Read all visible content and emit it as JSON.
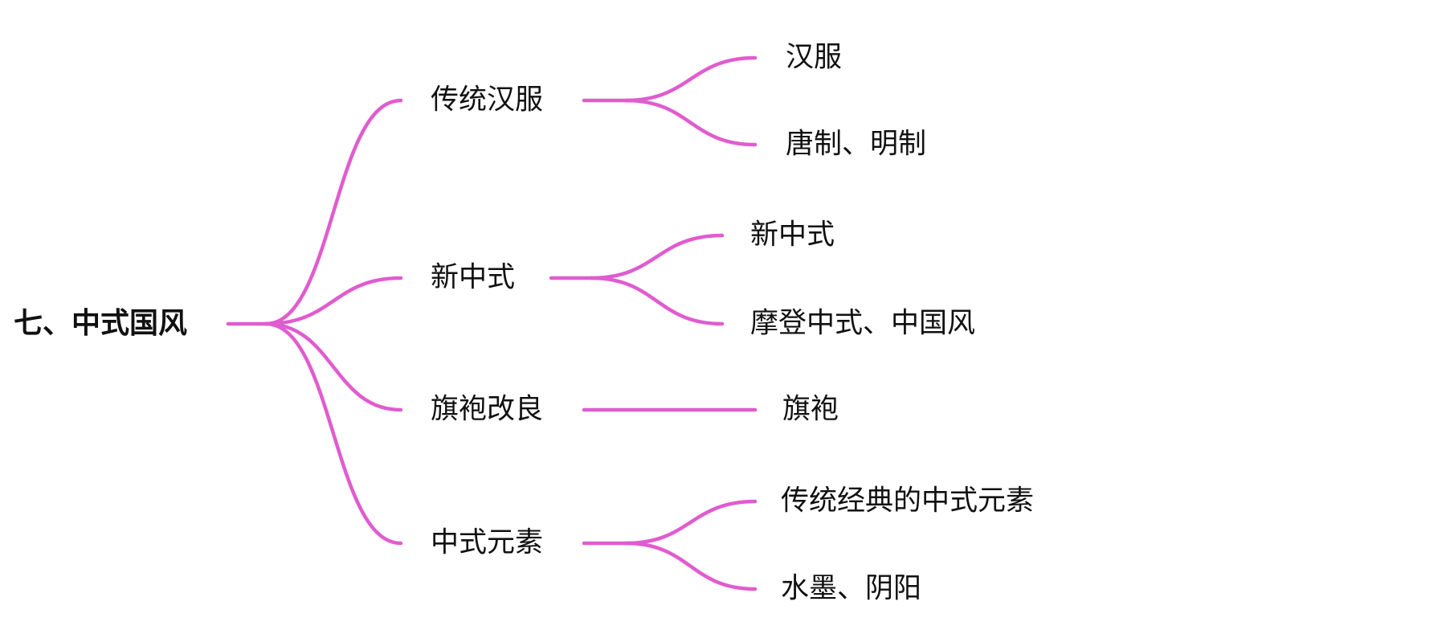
{
  "colors": {
    "line": "#e05ccf",
    "text": "#111111"
  },
  "root": {
    "label": "七、中式国风"
  },
  "branches": [
    {
      "label": "传统汉服",
      "children": [
        {
          "label": "汉服"
        },
        {
          "label": "唐制、明制"
        }
      ]
    },
    {
      "label": "新中式",
      "children": [
        {
          "label": "新中式"
        },
        {
          "label": "摩登中式、中国风"
        }
      ]
    },
    {
      "label": "旗袍改良",
      "children": [
        {
          "label": "旗袍"
        }
      ]
    },
    {
      "label": "中式元素",
      "children": [
        {
          "label": "传统经典的中式元素"
        },
        {
          "label": "水墨、阴阳"
        }
      ]
    }
  ]
}
